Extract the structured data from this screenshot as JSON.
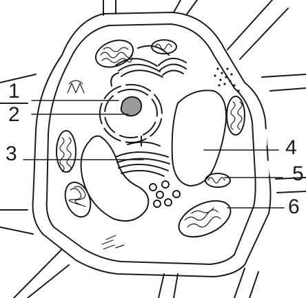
{
  "diagram": {
    "labels": [
      {
        "id": "label-1",
        "text": "1"
      },
      {
        "id": "label-2",
        "text": "2"
      },
      {
        "id": "label-3",
        "text": "3"
      },
      {
        "id": "label-4",
        "text": "4"
      },
      {
        "id": "label-5",
        "text": "5"
      },
      {
        "id": "label-6",
        "text": "6"
      }
    ],
    "colors": {
      "line": "#1a1a1a",
      "nucleolus": "#9a9a9a",
      "background": "#ffffff"
    }
  }
}
